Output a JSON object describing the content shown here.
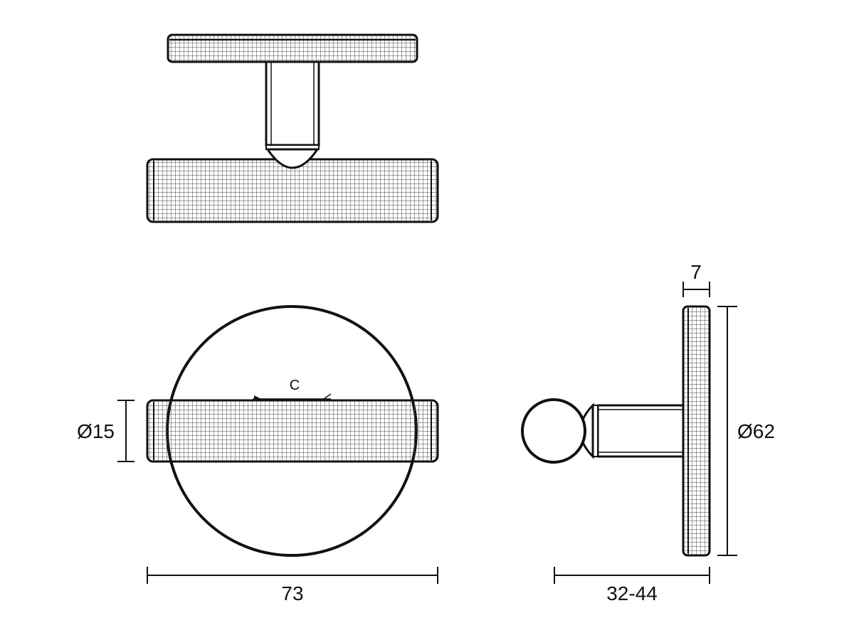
{
  "dimensions": {
    "overall_width": "73",
    "bar_diameter": "Ø15",
    "plate_diameter": "Ø62",
    "plate_thickness": "7",
    "projection": "32-44"
  },
  "annotations": {
    "section_mark": "C"
  },
  "colors": {
    "line": "#111111",
    "knurl": "#444444",
    "background": "#ffffff"
  }
}
